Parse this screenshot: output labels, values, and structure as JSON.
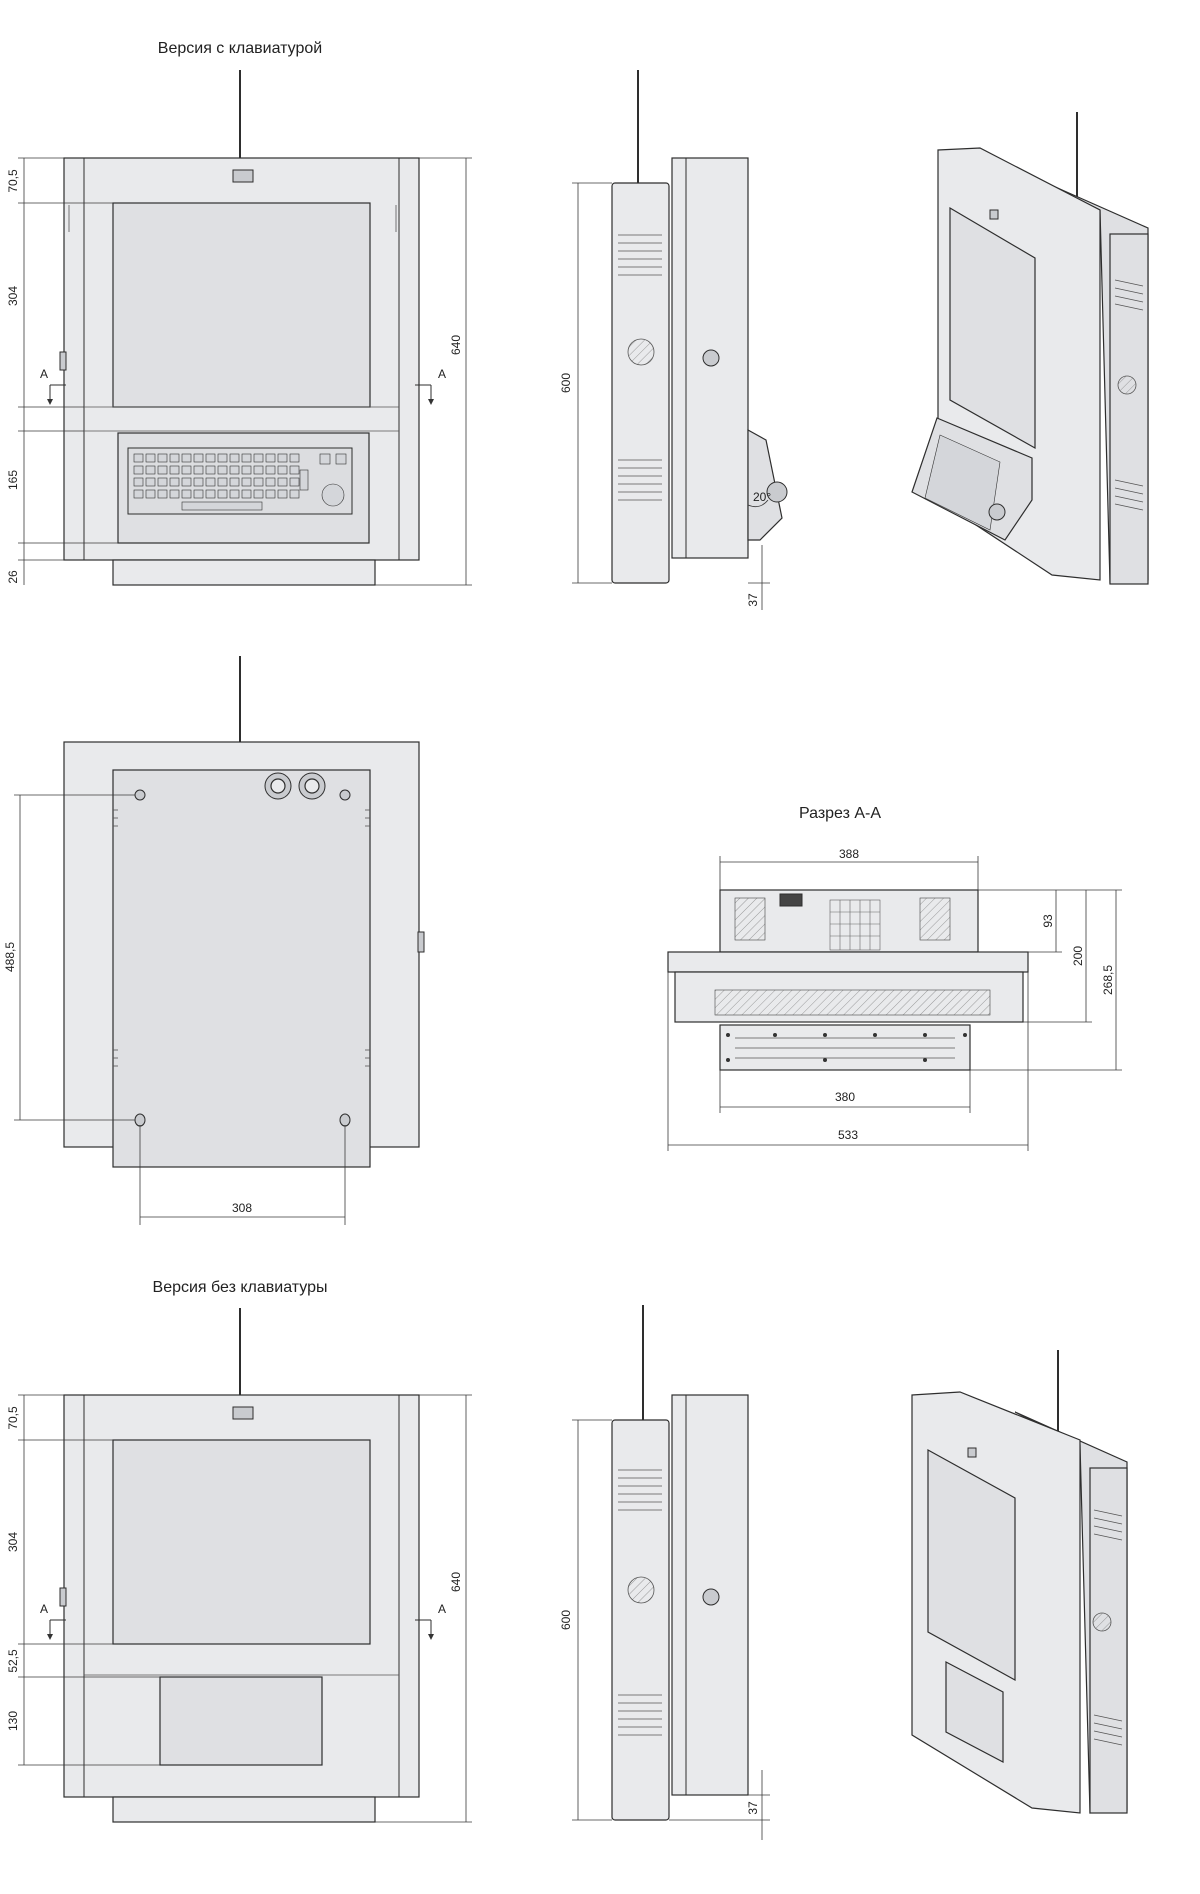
{
  "titles": {
    "with_keyboard": "Версия с клавиатурой",
    "section": "Разрез А-А",
    "without_keyboard": "Версия без клавиатуры"
  },
  "dims_front_kb": {
    "top": "70,5",
    "screen": "304",
    "keyboard": "165",
    "bottom": "26",
    "height": "640",
    "cut": "A"
  },
  "dims_side_kb": {
    "height": "600",
    "offset": "37",
    "angle": "20°"
  },
  "dims_back": {
    "vertical": "488,5",
    "horizontal": "308"
  },
  "dims_section": {
    "top_width": "388",
    "h1": "93",
    "h2": "200",
    "h3": "268,5",
    "inner_width": "380",
    "total_width": "533"
  },
  "dims_front_nokb": {
    "top": "70,5",
    "screen": "304",
    "gap": "52,5",
    "lower": "130",
    "height": "640",
    "cut": "A"
  },
  "dims_side_nokb": {
    "height": "600",
    "offset": "37"
  }
}
